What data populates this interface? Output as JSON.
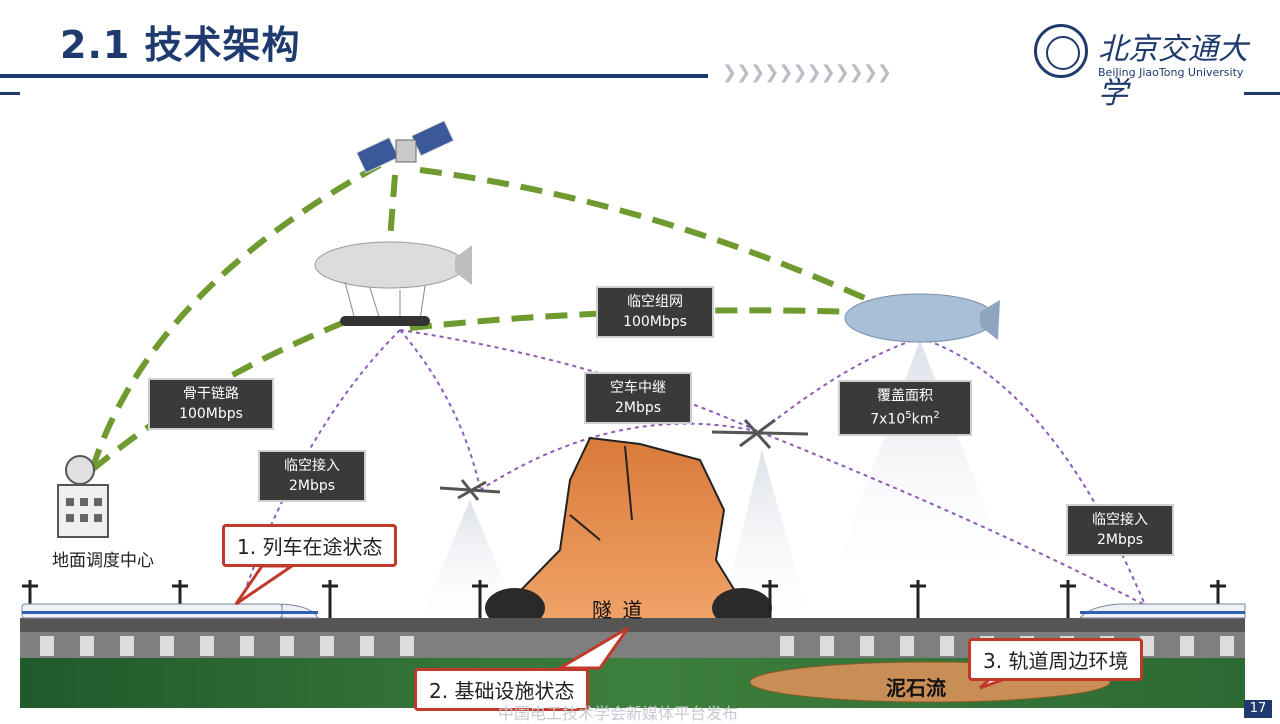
{
  "title": "2.1 技术架构",
  "logo": {
    "cn": "北京交通大学",
    "en": "BeiJing JiaoTong University"
  },
  "labels": {
    "backbone": [
      "骨干链路",
      "100Mbps"
    ],
    "near_space_net": [
      "临空组网",
      "100Mbps"
    ],
    "air_rail_relay": [
      "空车中继",
      "2Mbps"
    ],
    "coverage": [
      "覆盖面积",
      "7x10",
      "5",
      "km",
      "2"
    ],
    "access_left": [
      "临空接入",
      "2Mbps"
    ],
    "access_right": [
      "临空接入",
      "2Mbps"
    ]
  },
  "ground_center": "地面调度中心",
  "callouts": {
    "train": "1. 列车在途状态",
    "infra": "2. 基础设施状态",
    "env": "3. 轨道周边环境"
  },
  "tunnel": "隧  道",
  "debris_flow": "泥石流",
  "watermark": "中国电工技术学会新媒体平台发布",
  "page_number": "17",
  "colors": {
    "brand": "#1f3a6e",
    "link_green": "#6f9a2f",
    "link_purple": "#8e5bb5",
    "callout_red": "#c0392b"
  }
}
